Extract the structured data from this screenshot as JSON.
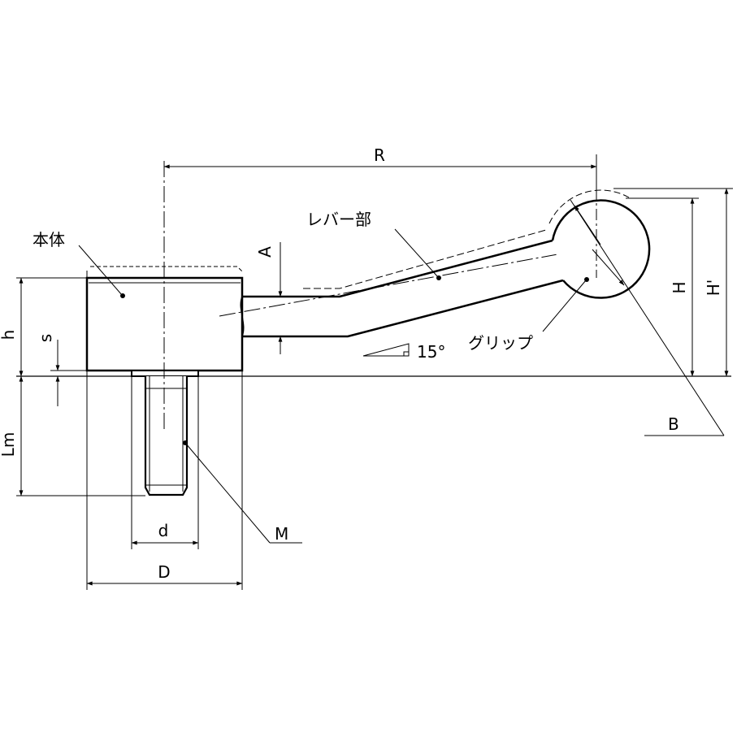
{
  "labels": {
    "R": "R",
    "A": "A",
    "lever": "レバー部",
    "body": "本体",
    "grip": "グリップ",
    "angle": "15°",
    "H": "H",
    "H_prime": "H'",
    "h": "h",
    "s": "s",
    "Lm": "Lm",
    "B": "B",
    "M": "M",
    "d": "d",
    "D": "D"
  }
}
